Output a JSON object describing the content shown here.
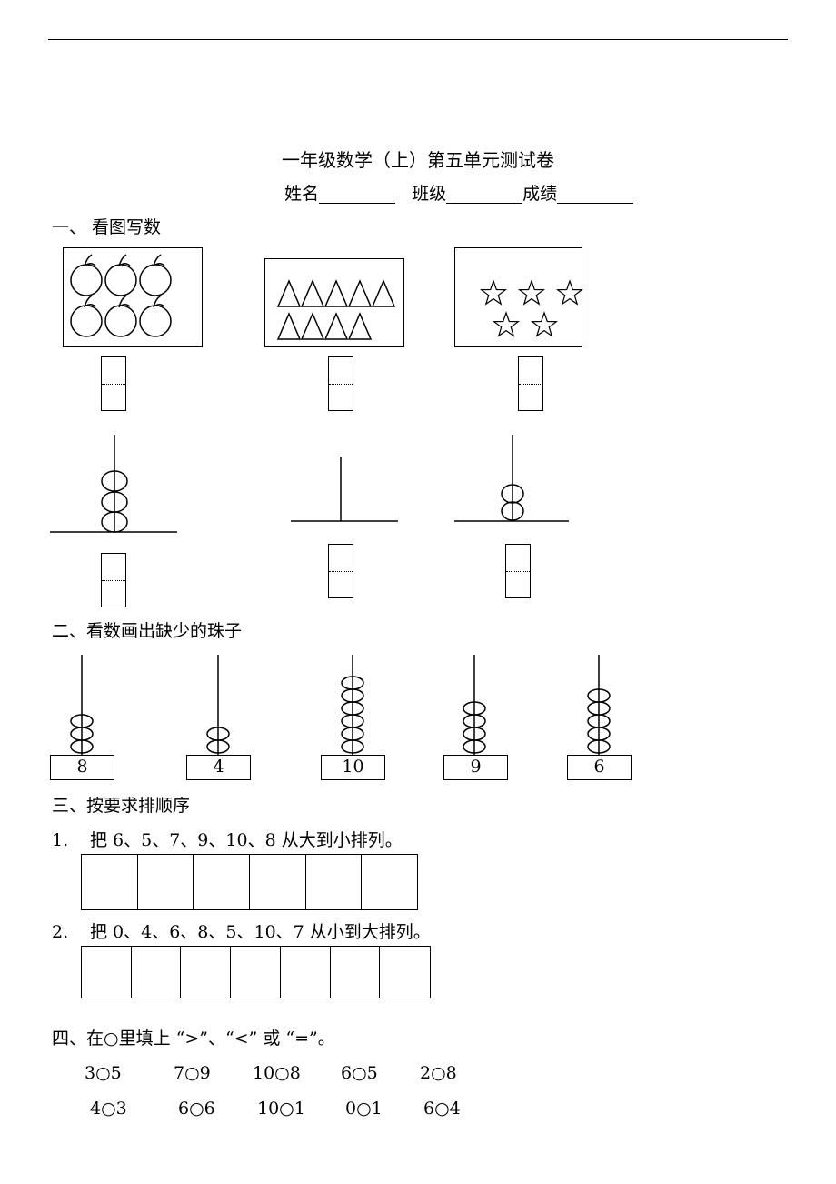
{
  "title": "一年级数学（上）第五单元测试卷",
  "info": {
    "name_label": "姓名",
    "class_label": "班级",
    "score_label": "成绩"
  },
  "section1": {
    "heading": "一、  看图写数"
  },
  "section2": {
    "heading": "二、看数画出缺少的珠子",
    "abacus_numbers": [
      "8",
      "4",
      "10",
      "9",
      "6"
    ]
  },
  "section3": {
    "heading": "三、按要求排顺序",
    "q1": {
      "num": "1.",
      "text": "把 6、5、7、9、10、8 从大到小排列。"
    },
    "q2": {
      "num": "2.",
      "text": "把 0、4、6、8、5、10、7 从小到大排列。"
    }
  },
  "section4": {
    "heading": "四、在○里填上 “>”、“<” 或 “=”。",
    "row1": [
      "3○5",
      "7○9",
      "10○8",
      "6○5",
      "2○8"
    ],
    "row2": [
      "4○3",
      "6○6",
      "10○1",
      "0○1",
      "6○4"
    ]
  }
}
